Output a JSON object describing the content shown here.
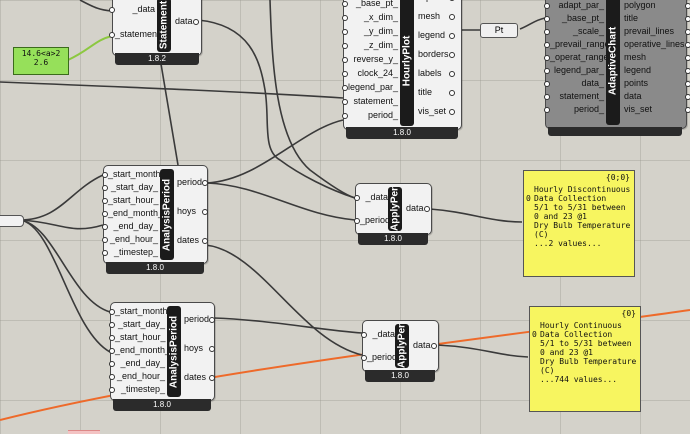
{
  "statement_comp": {
    "inputs": [
      "_data",
      "_statement"
    ],
    "outputs": [
      "data"
    ],
    "title": "Statement",
    "version": "1.8.2"
  },
  "green_panel": {
    "line1": "14.6<a>2",
    "line2": "2.6"
  },
  "hourly_plot": {
    "title": "HourlyPlot",
    "inputs": [
      "_base_pt_",
      "_x_dim_",
      "_y_dim_",
      "_z_dim_",
      "reverse_y_",
      "clock_24_",
      "legend_par_",
      "statement_",
      "period_"
    ],
    "outputs": [
      "report",
      "mesh",
      "legend",
      "borders",
      "labels",
      "title",
      "vis_set"
    ],
    "version": "1.8.0"
  },
  "pt_comp": {
    "label": "Pt"
  },
  "adaptive_chart": {
    "title": "AdaptiveChart",
    "inputs": [
      "adapt_par_",
      "_base_pt_",
      "_scale_",
      "_prevail_range_",
      "_operat_range_",
      "legend_par_",
      "data_",
      "statement_",
      "period_"
    ],
    "outputs": [
      "polygon",
      "title",
      "prevail_lines",
      "operative_lines",
      "mesh",
      "legend",
      "points",
      "data",
      "vis_set"
    ]
  },
  "analysis_period_1": {
    "title": "AnalysisPeriod",
    "inputs": [
      "_start_month_",
      "_start_day_",
      "_start_hour_",
      "_end_month_",
      "_end_day_",
      "_end_hour_",
      "_timestep_"
    ],
    "outputs": [
      "period",
      "hoys",
      "dates"
    ],
    "version": "1.8.0"
  },
  "analysis_period_2": {
    "title": "AnalysisPeriod",
    "inputs": [
      "_start_month_",
      "_start_day_",
      "_start_hour_",
      "_end_month_",
      "_end_day_",
      "_end_hour_",
      "_timestep_"
    ],
    "outputs": [
      "period",
      "hoys",
      "dates"
    ],
    "version": "1.8.0"
  },
  "apply_per_1": {
    "title": "ApplyPer",
    "inputs": [
      "_data",
      "_period"
    ],
    "outputs": [
      "data"
    ],
    "version": "1.8.0"
  },
  "apply_per_2": {
    "title": "ApplyPer",
    "inputs": [
      "_data",
      "_period"
    ],
    "outputs": [
      "data"
    ],
    "version": "1.8.0"
  },
  "panel_1": {
    "header": "{0;0}",
    "index": "0",
    "lines": "Hourly Discontinuous\nData Collection\n5/1 to 5/31 between\n0 and 23 @1\nDry Bulb Temperature\n(C)\n...2 values..."
  },
  "panel_2": {
    "header": "{0}",
    "index": "0",
    "lines": "Hourly Continuous\nData Collection\n5/1 to 5/31 between\n0 and 23 @1\nDry Bulb Temperature\n(C)\n...744 values..."
  },
  "colors": {
    "canvas": "#d4d2ca",
    "wire": "#3a3a3a",
    "wire_orange": "#ee6a2a",
    "wire_green": "#8cc840",
    "panel": "#f7f560"
  }
}
